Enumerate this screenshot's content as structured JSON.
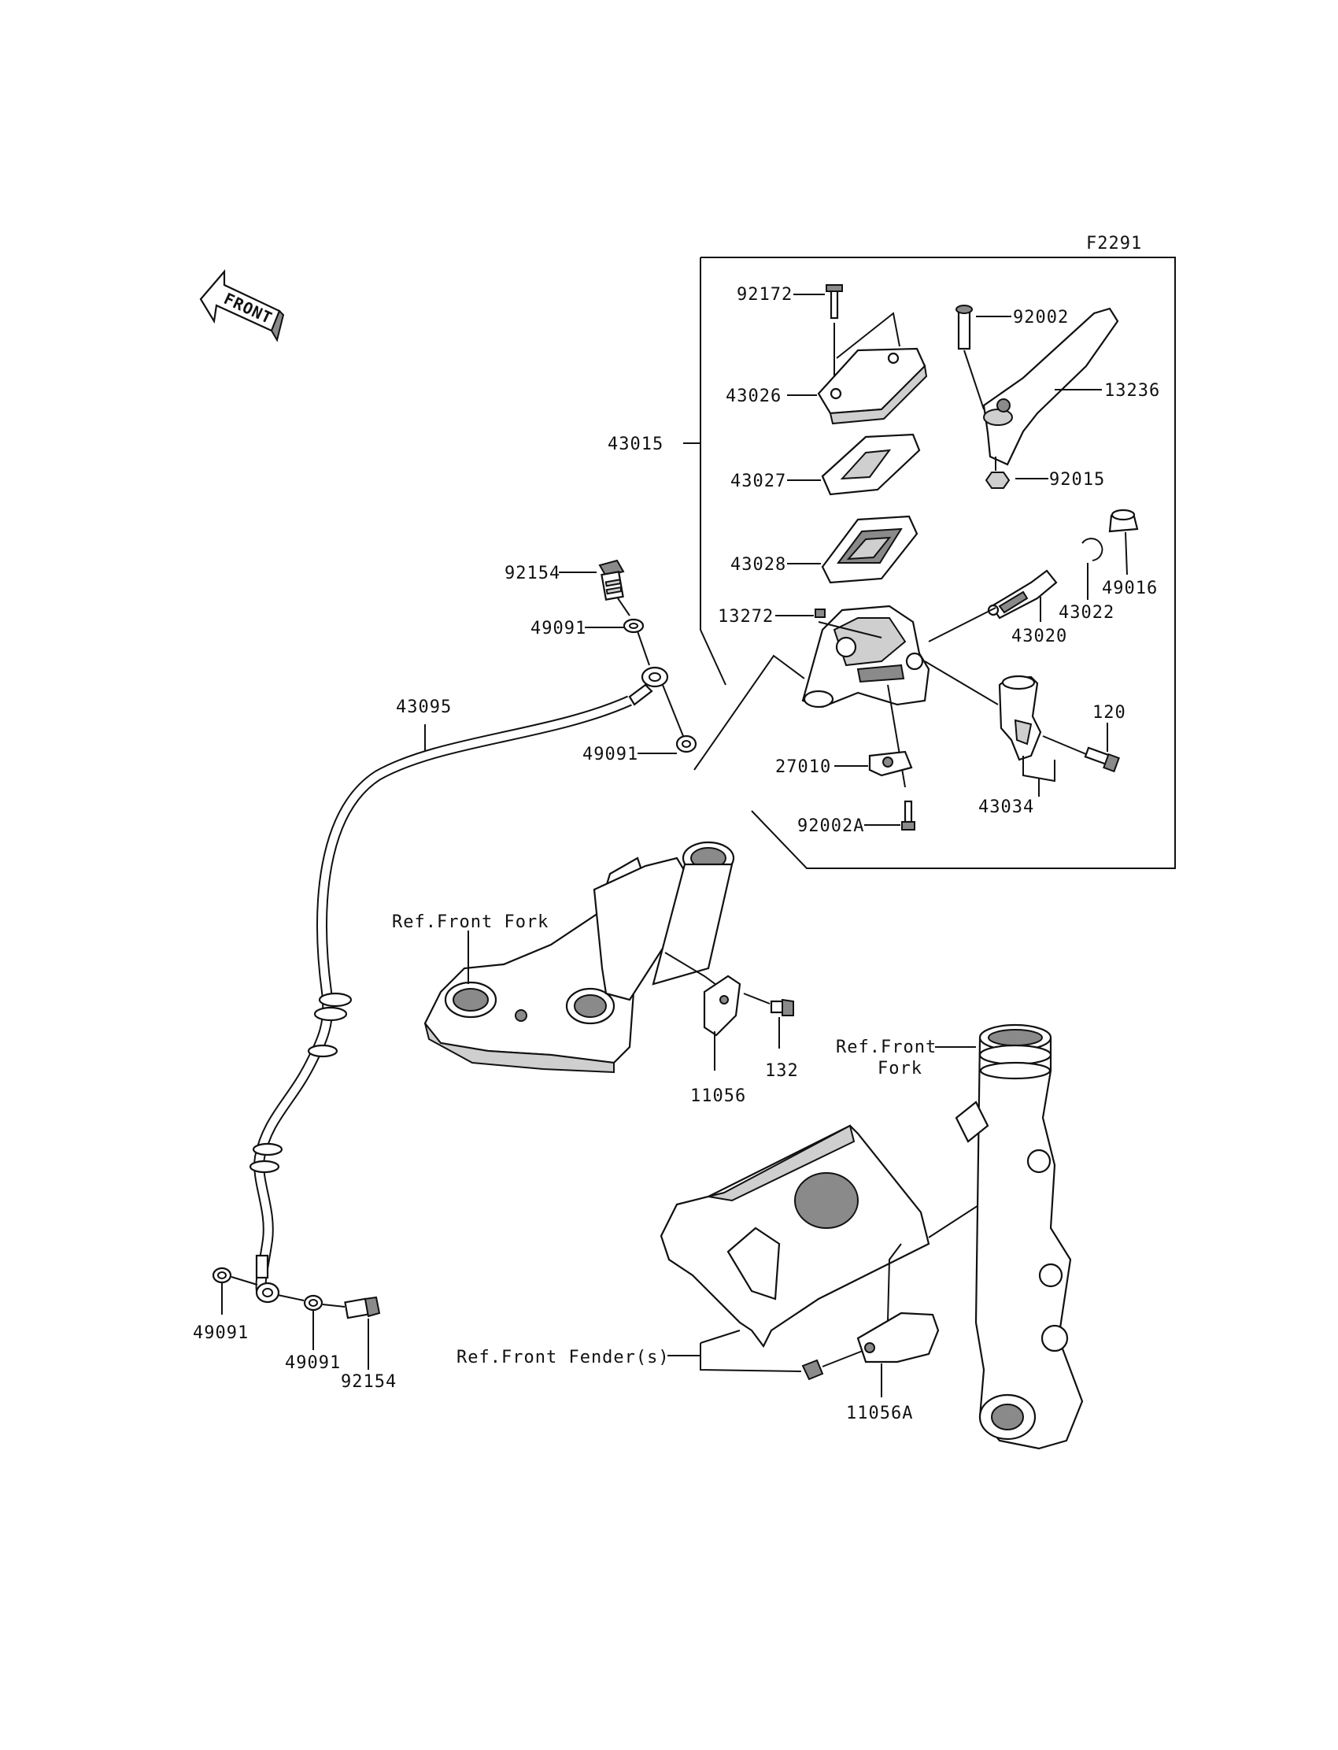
{
  "diagram_code": "F2291",
  "front_label": "FRONT",
  "labels": {
    "p92172": "92172",
    "p92002": "92002",
    "p43026": "43026",
    "p13236": "13236",
    "p43015": "43015",
    "p43027": "43027",
    "p92015": "92015",
    "p43028": "43028",
    "p49016": "49016",
    "p92154_top": "92154",
    "p13272": "13272",
    "p43022": "43022",
    "p49091_a": "49091",
    "p43020": "43020",
    "p43095": "43095",
    "p120": "120",
    "p49091_b": "49091",
    "p27010": "27010",
    "p43034": "43034",
    "p92002A": "92002A",
    "ref_front_fork_1": "Ref.Front Fork",
    "p132": "132",
    "p11056": "11056",
    "ref_front_fork_2a": "Ref.Front",
    "ref_front_fork_2b": "Fork",
    "p49091_c": "49091",
    "p49091_d": "49091",
    "p92154_bottom": "92154",
    "ref_front_fenders": "Ref.Front Fender(s)",
    "p11056A": "11056A"
  }
}
